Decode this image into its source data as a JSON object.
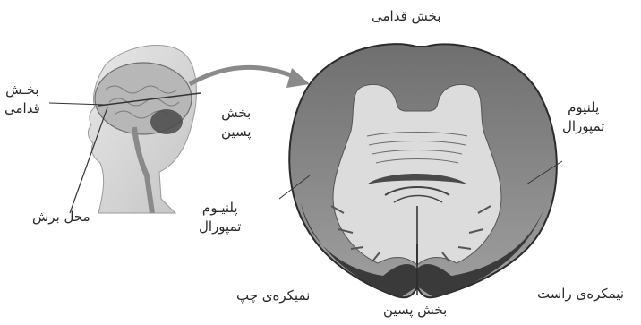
{
  "labels": {
    "top_anterior": "بخش قدامی",
    "head_anterior_1": "بخـش",
    "head_anterior_2": "قدامی",
    "head_posterior_1": "بخش",
    "head_posterior_2": "پسین",
    "cut_site": "محل برش",
    "planum_left_1": "پلنیـوم",
    "planum_left_2": "تمپورال",
    "planum_right_1": "پلنیوم",
    "planum_right_2": "تمپورال",
    "left_hemisphere": "نمیکره‌ی چپ",
    "bottom_posterior": "بخش پسین",
    "right_hemisphere": "نیمکره‌ی راست"
  },
  "icons": [
    "head-profile-icon",
    "arrow-icon",
    "brain-section-icon"
  ],
  "colors": {
    "outline": "#2b2b2b",
    "gray_matter": "#8e8e8e",
    "white_matter": "#dcdcdc",
    "head_shade": "#d6d6d6",
    "text": "#2a2a2a"
  }
}
